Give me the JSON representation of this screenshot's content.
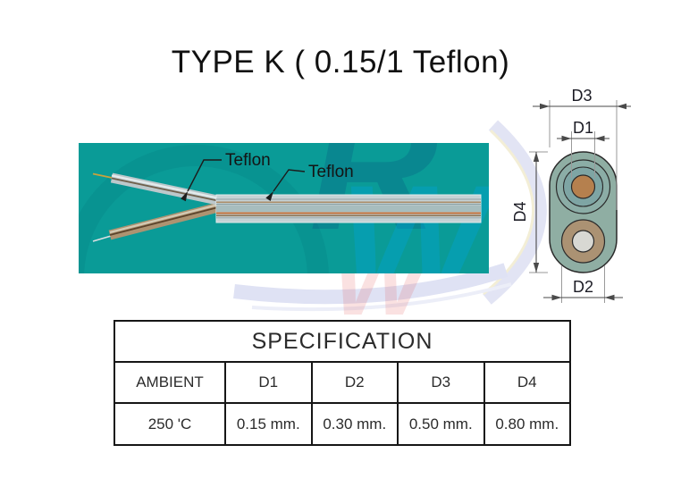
{
  "title": "TYPE K ( 0.15/1 Teflon)",
  "cable_view": {
    "panel_color": "#0A9B97",
    "teflon_label_1": "Teflon",
    "teflon_label_2": "Teflon",
    "watermark_letter_top": "R",
    "watermark_letter_bottom": "W",
    "watermark_letter_pink": "W"
  },
  "cross_section": {
    "labels": {
      "top": "D3",
      "inner": "D1",
      "left": "D4",
      "bottom": "D2"
    },
    "colors": {
      "jacket": "#8FAEA3",
      "top_insulation_outer": "#8BADA6",
      "top_insulation_inner": "#7EA5A4",
      "top_conductor": "#B5804E",
      "bottom_insulation": "#AB9273",
      "bottom_conductor": "#D8D8D3"
    }
  },
  "spec_table": {
    "title": "SPECIFICATION",
    "columns": [
      "AMBIENT",
      "D1",
      "D2",
      "D3",
      "D4"
    ],
    "values": [
      "250 'C",
      "0.15 mm.",
      "0.30 mm.",
      "0.50 mm.",
      "0.80 mm."
    ]
  }
}
